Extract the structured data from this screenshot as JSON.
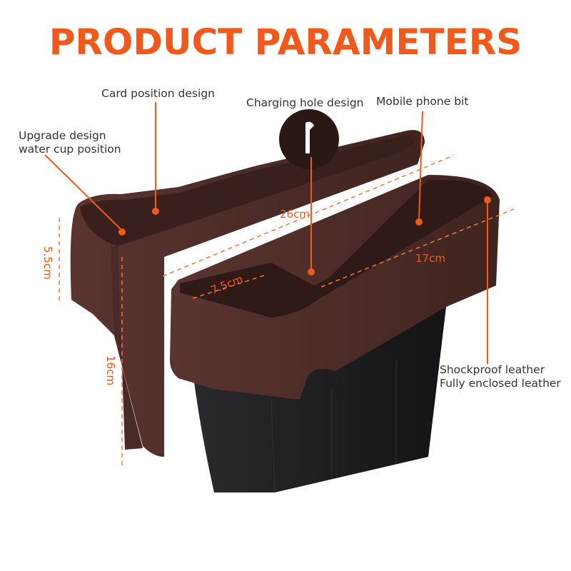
{
  "title": "PRODUCT PARAMETERS",
  "callouts": {
    "card_position": "Card position design",
    "charging_hole": "Charging hole design",
    "mobile_phone": "Mobile phone bit",
    "water_cup_line1": "Upgrade design",
    "water_cup_line2": "water cup position",
    "leather_line1": "Shockproof leather",
    "leather_line2": "Fully enclosed leather"
  },
  "dimensions": {
    "length": "26cm",
    "front_length": "17cm",
    "cup_width": "7.5cm",
    "box_height": "5.5cm",
    "total_height": "16cm"
  },
  "colors": {
    "accent": "#ef5a1c",
    "product_brown": "#4b2a25",
    "product_black": "#1c1c1e"
  }
}
